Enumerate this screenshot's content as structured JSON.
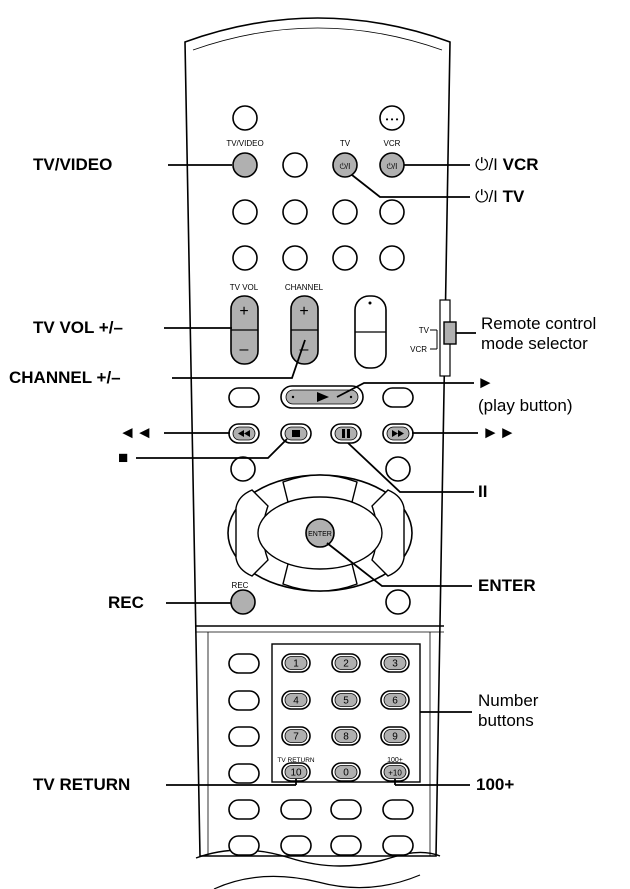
{
  "remote": {
    "labels": {
      "tv_video": "TV/VIDEO",
      "tv": "TV",
      "vcr": "VCR",
      "tv_vol": "TV VOL",
      "channel": "CHANNEL",
      "rec": "REC",
      "tv_return": "TV RETURN",
      "hundred": "100+",
      "enter": "ENTER",
      "power_symbol": "⏻/I",
      "selector_tv": "TV",
      "selector_vcr": "VCR",
      "plus": "+",
      "minus": "–"
    },
    "number_keys": [
      "1",
      "2",
      "3",
      "4",
      "5",
      "6",
      "7",
      "8",
      "9",
      "10",
      "0",
      "+10"
    ]
  },
  "callouts": {
    "tv_video": "TV/VIDEO",
    "power_vcr_symbol": "⏻/I",
    "power_vcr": "VCR",
    "power_tv_symbol": "⏻/I",
    "power_tv": "TV",
    "tv_vol": "TV VOL +/–",
    "mode_selector_line1": "Remote control",
    "mode_selector_line2": "mode selector",
    "channel": "CHANNEL +/–",
    "play_symbol": "►",
    "play_text": "(play button)",
    "rewind": "◄◄",
    "fast_forward": "►►",
    "stop": "■",
    "pause": "II",
    "enter": "ENTER",
    "rec": "REC",
    "number_line1": "Number",
    "number_line2": "buttons",
    "tv_return": "TV RETURN",
    "hundred_plus": "100+"
  }
}
